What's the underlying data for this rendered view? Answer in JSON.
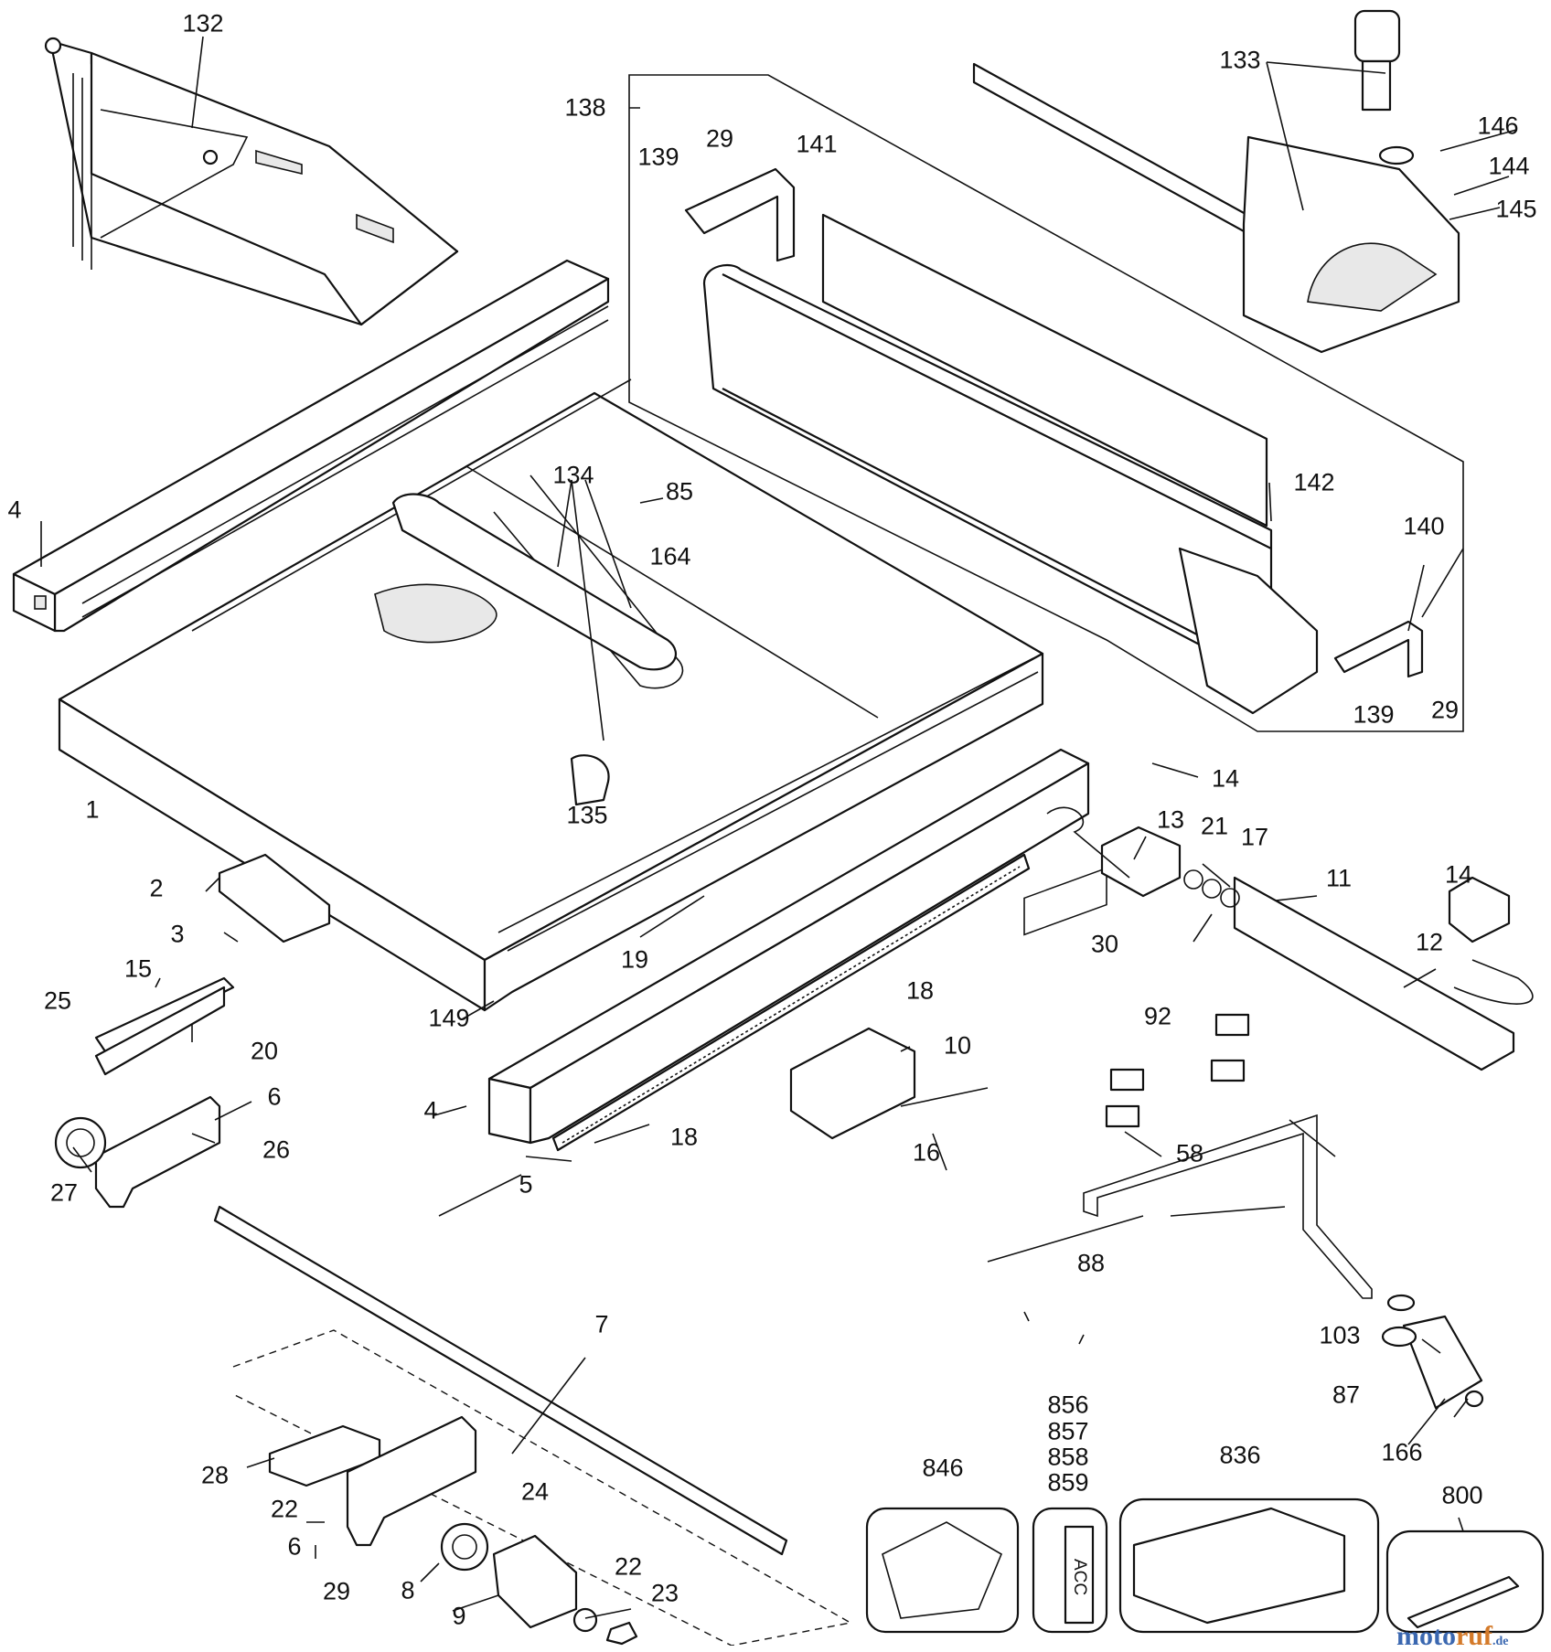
{
  "callouts": [
    {
      "id": "c132",
      "text": "132"
    },
    {
      "id": "c133",
      "text": "133"
    },
    {
      "id": "c138",
      "text": "138"
    },
    {
      "id": "c139a",
      "text": "139"
    },
    {
      "id": "c29a",
      "text": "29"
    },
    {
      "id": "c141",
      "text": "141"
    },
    {
      "id": "c146",
      "text": "146"
    },
    {
      "id": "c144",
      "text": "144"
    },
    {
      "id": "c145",
      "text": "145"
    },
    {
      "id": "c4a",
      "text": "4"
    },
    {
      "id": "c134",
      "text": "134"
    },
    {
      "id": "c85",
      "text": "85"
    },
    {
      "id": "c164",
      "text": "164"
    },
    {
      "id": "c142",
      "text": "142"
    },
    {
      "id": "c140",
      "text": "140"
    },
    {
      "id": "c139b",
      "text": "139"
    },
    {
      "id": "c29b",
      "text": "29"
    },
    {
      "id": "c1",
      "text": "1"
    },
    {
      "id": "c135",
      "text": "135"
    },
    {
      "id": "c14a",
      "text": "14"
    },
    {
      "id": "c13",
      "text": "13"
    },
    {
      "id": "c21",
      "text": "21"
    },
    {
      "id": "c17",
      "text": "17"
    },
    {
      "id": "c2",
      "text": "2"
    },
    {
      "id": "c11",
      "text": "11"
    },
    {
      "id": "c14b",
      "text": "14"
    },
    {
      "id": "c3",
      "text": "3"
    },
    {
      "id": "c19",
      "text": "19"
    },
    {
      "id": "c30",
      "text": "30"
    },
    {
      "id": "c15",
      "text": "15"
    },
    {
      "id": "c12",
      "text": "12"
    },
    {
      "id": "c18a",
      "text": "18"
    },
    {
      "id": "c149",
      "text": "149"
    },
    {
      "id": "c25",
      "text": "25"
    },
    {
      "id": "c20",
      "text": "20"
    },
    {
      "id": "c10",
      "text": "10"
    },
    {
      "id": "c92",
      "text": "92"
    },
    {
      "id": "c6a",
      "text": "6"
    },
    {
      "id": "c4b",
      "text": "4"
    },
    {
      "id": "c18b",
      "text": "18"
    },
    {
      "id": "c16",
      "text": "16"
    },
    {
      "id": "c26",
      "text": "26"
    },
    {
      "id": "c58",
      "text": "58"
    },
    {
      "id": "c5",
      "text": "5"
    },
    {
      "id": "c27",
      "text": "27"
    },
    {
      "id": "c88",
      "text": "88"
    },
    {
      "id": "c7",
      "text": "7"
    },
    {
      "id": "c103",
      "text": "103"
    },
    {
      "id": "c87",
      "text": "87"
    },
    {
      "id": "c166",
      "text": "166"
    },
    {
      "id": "c856",
      "text": "856"
    },
    {
      "id": "c857",
      "text": "857"
    },
    {
      "id": "c858",
      "text": "858"
    },
    {
      "id": "c859",
      "text": "859"
    },
    {
      "id": "c846",
      "text": "846"
    },
    {
      "id": "c836",
      "text": "836"
    },
    {
      "id": "c800",
      "text": "800"
    },
    {
      "id": "c28",
      "text": "28"
    },
    {
      "id": "c24",
      "text": "24"
    },
    {
      "id": "c22a",
      "text": "22"
    },
    {
      "id": "c6b",
      "text": "6"
    },
    {
      "id": "c8",
      "text": "8"
    },
    {
      "id": "c22b",
      "text": "22"
    },
    {
      "id": "c29c",
      "text": "29"
    },
    {
      "id": "c9",
      "text": "9"
    },
    {
      "id": "c23",
      "text": "23"
    }
  ],
  "label_box": {
    "text": "ACC"
  },
  "watermark": {
    "part1": "moto",
    "part2": "ruf",
    "part3": ".de"
  }
}
